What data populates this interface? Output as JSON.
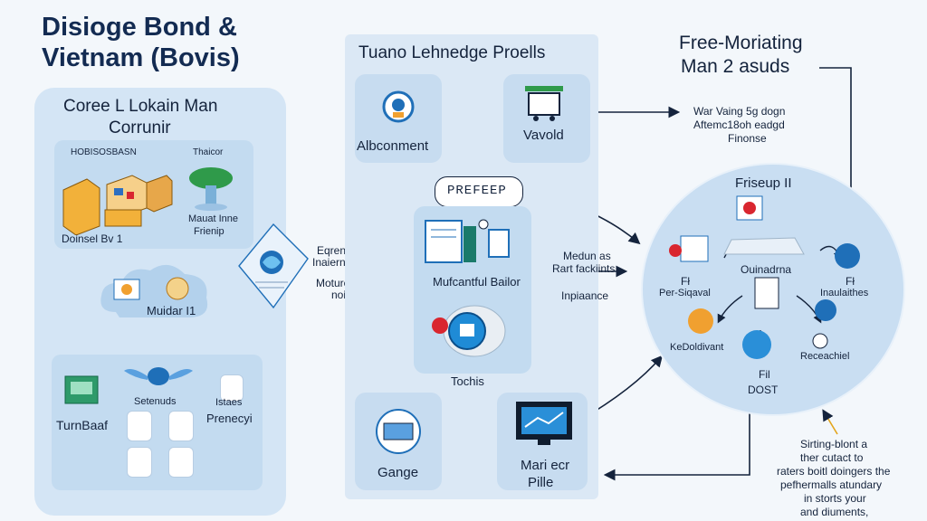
{
  "colors": {
    "background": "#f3f7fb",
    "panel": "#d4e5f5",
    "panel_dark": "#c3dbf0",
    "accent_blue": "#1f6fb8",
    "accent_red": "#d9262f",
    "accent_orange": "#f0a030",
    "text": "#14233c"
  },
  "title": {
    "line1": "Disioge Bond &",
    "line2": "Vietnam (Bovis)"
  },
  "left_panel": {
    "heading_line1": "Coree L Lokain Man",
    "heading_line2": "Corrunir",
    "box1_top_left": "HOBISOSBASN",
    "box1_top_right": "Thaicor",
    "box1_caption_left": "Doinsel Bv 1",
    "box1_caption_right_line1": "Mauat Inne",
    "box1_caption_right_line2": "Frienip",
    "cloud_label": "Muidar I1",
    "bottom_left": "TurnBaaf",
    "bottom_mid": "Setenuds",
    "bottom_right_line1": "Istaes",
    "bottom_right_line2": "Prenecyi"
  },
  "diamond_labels": {
    "line1": "Eqrenentale",
    "line2": "Inaiernt oingne",
    "line3": "Moture oue lto",
    "line4": "noislels"
  },
  "middle_panel": {
    "heading": "Tuano Lehnedge Proells",
    "tile_left": "Albconment",
    "tile_right": "Vavold",
    "prefeep": "PREFEEP",
    "inner_label": "Mufcantful Bailor",
    "tochis": "Tochis",
    "gange": "Gange",
    "monitor_line1": "Mari ecr",
    "monitor_line2": "Pille"
  },
  "mid_arrow_labels": {
    "line1": "Medun as",
    "line2": "Rart fackiints",
    "line3": "Inpiaance"
  },
  "right_header": {
    "line1": "Free-Moriating",
    "line2": "Man 2 asuds"
  },
  "right_note": {
    "line1": "War Vaing 5g dogn",
    "line2": "Aftemc18oh eadgd",
    "line3": "Finonse"
  },
  "circle": {
    "title": "Friseup II",
    "center": "Ouinadrna",
    "left_line1": "Fł",
    "left_line2": "Per-Siqaval",
    "right_line1": "Fł",
    "right_line2": "Inaulaithes",
    "bottom_left": "KeDoldivant",
    "bottom_right": "Receachiel",
    "bottom_line1": "Fil",
    "bottom_line2": "DOST"
  },
  "bottom_note": {
    "line1": "Sirting-blont a",
    "line2": "ther cutact to",
    "line3": "raters boitl doingers the",
    "line4": "pefhermalls atundary",
    "line5": "in storts your",
    "line6": "and diuments,"
  }
}
